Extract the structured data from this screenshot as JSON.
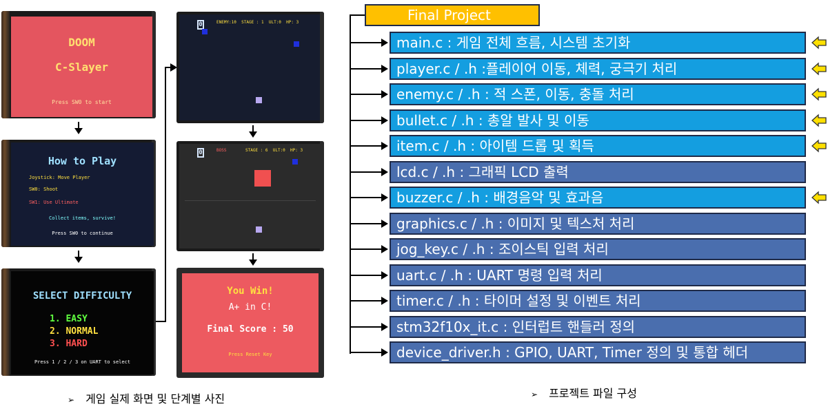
{
  "screens": {
    "title": {
      "title": "DOOM",
      "subtitle": "C-Slayer",
      "prompt": "Press SW0 to start"
    },
    "howto": {
      "heading": "How to Play",
      "lines": [
        "Joystick: Move Player",
        "SW0: Shoot",
        "SW1: Use Ultimate"
      ],
      "tip": "Collect items, survive!",
      "prompt": "Press SW0 to continue"
    },
    "difficulty": {
      "heading": "SELECT DIFFICULTY",
      "options": [
        "1. EASY",
        "2. NORMAL",
        "3. HARD"
      ],
      "prompt": "Press 1 / 2 / 3 on UART to select"
    },
    "game": {
      "hud": "ENEMY:10  STAGE : 1  ULT:0  HP: 3",
      "badge": "0"
    },
    "boss": {
      "hud_label": "BOSS",
      "hud": "STAGE : 6  ULT:0  HP: 3",
      "badge": "0"
    },
    "win": {
      "line1": "You Win!",
      "line2": "A+ in C!",
      "score": "Final Score : 50",
      "prompt": "Press Reset Key"
    }
  },
  "project": {
    "title": "Final Project",
    "files": [
      {
        "text": "main.c : 게임 전체 흐름, 시스템 초기화",
        "highlight": true
      },
      {
        "text": "player.c / .h :플레이어 이동, 체력, 궁극기 처리",
        "highlight": true
      },
      {
        "text": "enemy.c / .h : 적 스폰, 이동, 충돌 처리",
        "highlight": true
      },
      {
        "text": "bullet.c / .h : 총알 발사 및 이동",
        "highlight": true
      },
      {
        "text": "item.c / .h : 아이템 드롭 및 획득",
        "highlight": true
      },
      {
        "text": "lcd.c / .h : 그래픽 LCD 출력",
        "highlight": false
      },
      {
        "text": "buzzer.c / .h : 배경음악 및 효과음",
        "highlight": true
      },
      {
        "text": "graphics.c / .h : 이미지 및 텍스처 처리",
        "highlight": false
      },
      {
        "text": "jog_key.c / .h : 조이스틱 입력 처리",
        "highlight": false
      },
      {
        "text": "uart.c / .h : UART 명령 입력 처리",
        "highlight": false
      },
      {
        "text": "timer.c / .h : 타이머 설정 및 이벤트 처리",
        "highlight": false
      },
      {
        "text": "stm32f10x_it.c : 인터럽트 핸들러 정의",
        "highlight": false
      },
      {
        "text": "device_driver.h : GPIO, UART, Timer 정의 및 통합 헤더",
        "highlight": false
      }
    ]
  },
  "captions": {
    "left": "게임 실제 화면 및 단계별 사진",
    "right": "프로젝트 파일 구성"
  },
  "colors": {
    "highlight_box": "#149ee0",
    "normal_box": "#4a6eae",
    "title_box": "#ffc000",
    "pointer_arrow": "#ffe000"
  }
}
